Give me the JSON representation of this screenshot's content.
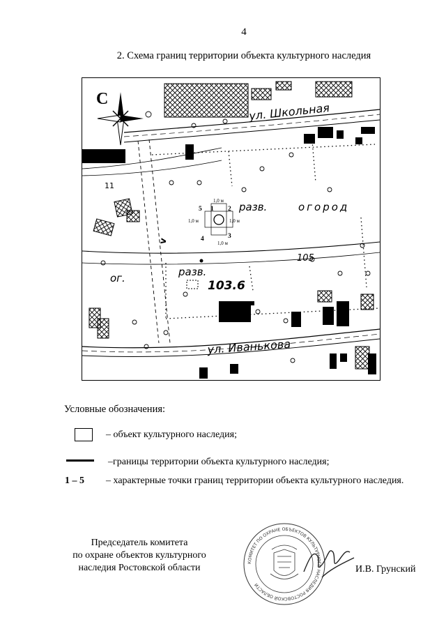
{
  "page": {
    "number": "4"
  },
  "title": "2. Схема границ территории объекта культурного наследия",
  "map": {
    "north_letter": "С",
    "street_top": "ул. Школьная",
    "street_bottom": "ул. Иванькова",
    "label_razv_1": "разв.",
    "label_ogorod": "огород",
    "label_og": "ог.",
    "label_razv_2": "разв.",
    "elevation": "103.6",
    "contour": "105",
    "mark_11": "11",
    "mark_v": "v",
    "points": {
      "p1": "1",
      "p2": "2",
      "p3": "3",
      "p4": "4",
      "p5": "5"
    },
    "dim_top": "1,0 м",
    "dim_left": "1,0 м",
    "dim_right": "1,0 м",
    "dim_bottom": "1,0 м"
  },
  "legend": {
    "title": "Условные обозначения:",
    "object": "– объект культурного наследия;",
    "boundary": "–границы территории объекта культурного наследия;",
    "points_key": "1 – 5",
    "points": "– характерные точки границ территории объекта культурного наследия."
  },
  "signature": {
    "role_line1": "Председатель комитета",
    "role_line2": "по охране объектов культурного",
    "role_line3": "наследия Ростовской области",
    "name": "И.В. Грунский",
    "seal_text": "КОМИТЕТ ПО ОХРАНЕ ОБЪЕКТОВ КУЛЬТУРНОГО НАСЛЕДИЯ РОСТОВСКОЙ ОБЛАСТИ"
  }
}
